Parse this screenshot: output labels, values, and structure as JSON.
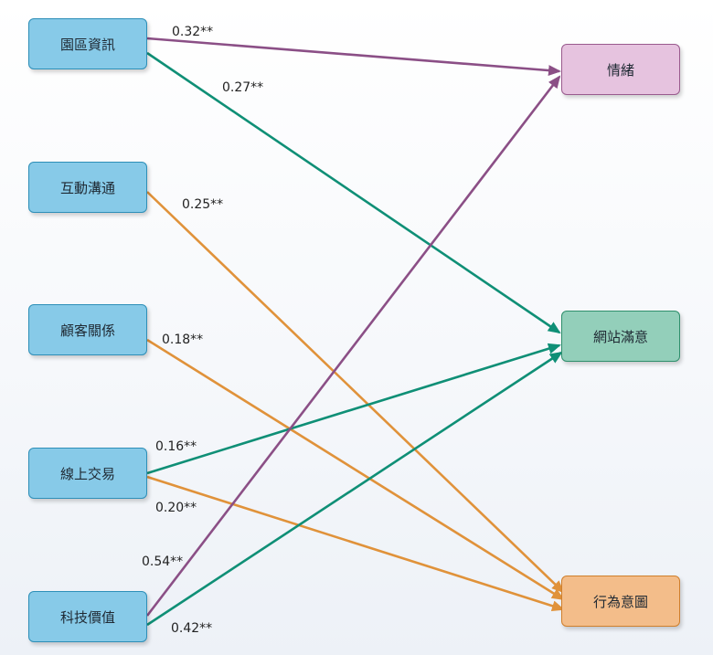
{
  "source_nodes": [
    {
      "label": "園區資訊"
    },
    {
      "label": "互動溝通"
    },
    {
      "label": "顧客關係"
    },
    {
      "label": "線上交易"
    },
    {
      "label": "科技價值"
    }
  ],
  "target_nodes": [
    {
      "label": "情緒"
    },
    {
      "label": "網站滿意"
    },
    {
      "label": "行為意圖"
    }
  ],
  "paths": [
    {
      "from": "園區資訊",
      "to": "情緒",
      "coefficient": "0.32**",
      "color": "#8b4f86"
    },
    {
      "from": "園區資訊",
      "to": "網站滿意",
      "coefficient": "0.27**",
      "color": "#0f8f76"
    },
    {
      "from": "互動溝通",
      "to": "行為意圖",
      "coefficient": "0.25**",
      "color": "#e0923a"
    },
    {
      "from": "顧客關係",
      "to": "行為意圖",
      "coefficient": "0.18**",
      "color": "#e0923a"
    },
    {
      "from": "線上交易",
      "to": "網站滿意",
      "coefficient": "0.16**",
      "color": "#0f8f76"
    },
    {
      "from": "線上交易",
      "to": "行為意圖",
      "coefficient": "0.20**",
      "color": "#e0923a"
    },
    {
      "from": "科技價值",
      "to": "情緒",
      "coefficient": "0.54**",
      "color": "#8b4f86"
    },
    {
      "from": "科技價值",
      "to": "網站滿意",
      "coefficient": "0.42**",
      "color": "#0f8f76"
    }
  ]
}
